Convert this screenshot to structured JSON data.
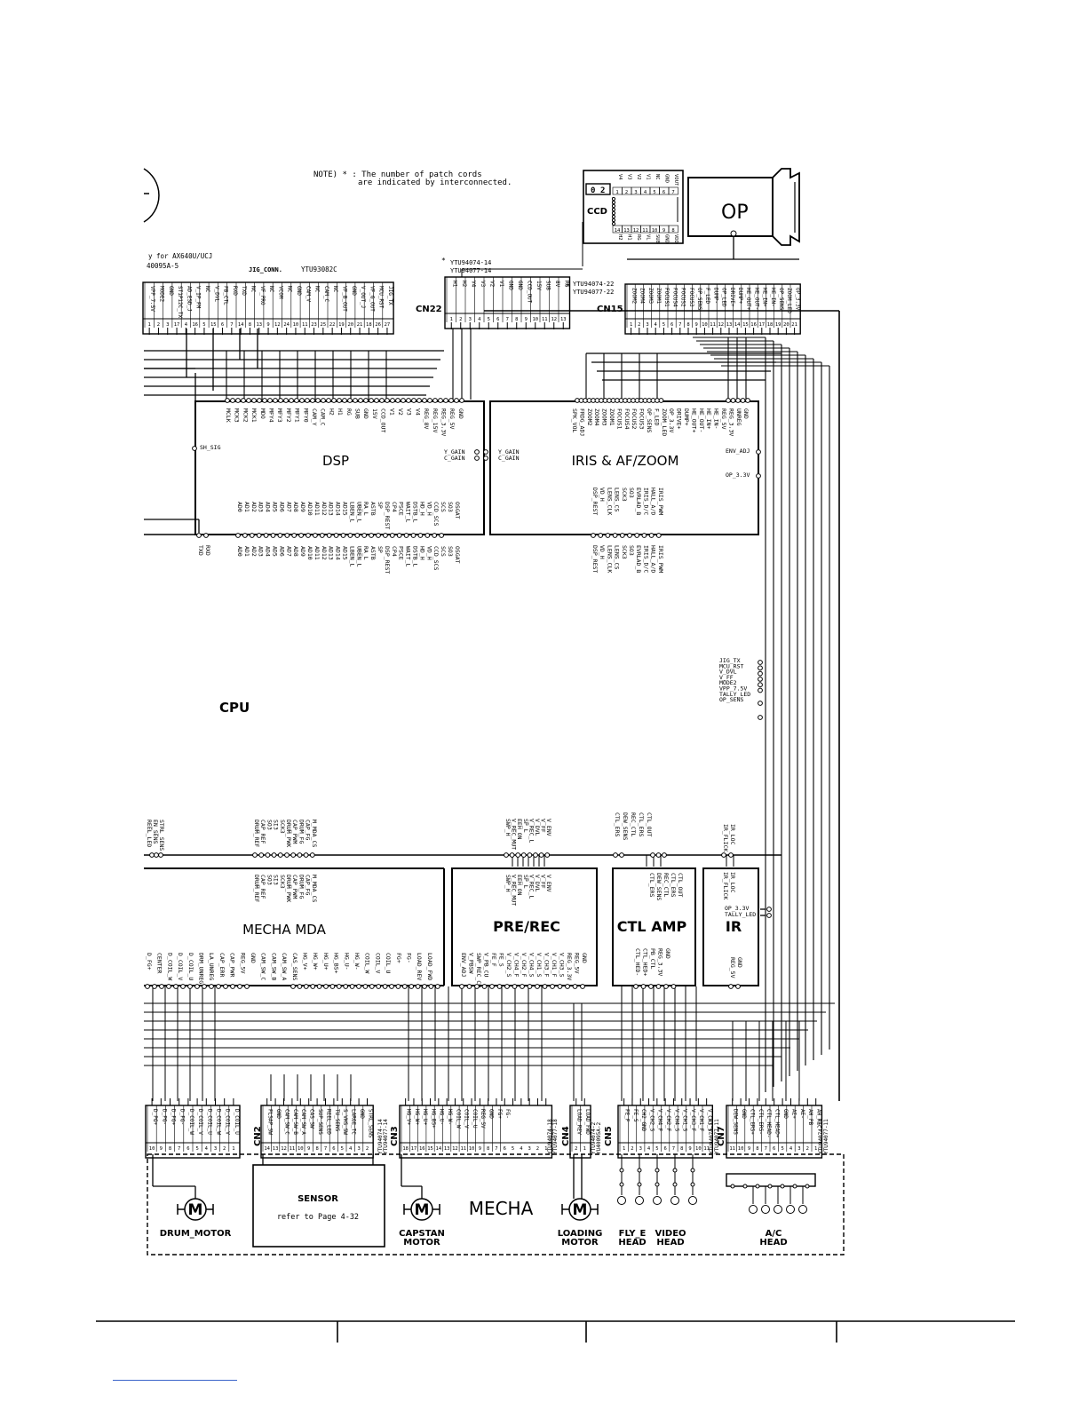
{
  "note": {
    "line1": "NOTE) * : The  number  of  patch  cords",
    "line2": "are  indicated  by  interconnected."
  },
  "header_left": {
    "line1": "y  for  AX640U/UCJ",
    "line2": "40095A-5",
    "jig_conn": "JIG_CONN.",
    "part": "YTU93082C"
  },
  "ccd": {
    "label": "CCD",
    "chip": [
      "0",
      "2"
    ],
    "top_pins": [
      "V4",
      "V3",
      "V2",
      "V1",
      "NC",
      "GND",
      "VOUT"
    ],
    "top_nums": [
      "1",
      "2",
      "3",
      "4",
      "5",
      "6",
      "7"
    ],
    "bot_nums": [
      "14",
      "13",
      "12",
      "11",
      "10",
      "9",
      "8"
    ],
    "bot_pins": [
      "H2",
      "H1",
      "RG",
      "VL",
      "SUB",
      "GND",
      "VDD"
    ]
  },
  "op": {
    "label": "OP"
  },
  "part_numbers": {
    "cn22": [
      "YTU94074-14",
      "YTU94077-14"
    ],
    "cn15": [
      "YTU94074-22",
      "YTU94077-22"
    ],
    "star": "*"
  },
  "connectors": {
    "jig": {
      "pins": [
        "VPP_7.5V",
        "MODE2",
        "GND",
        "ST1P12C_TX",
        "AD_ESD_J",
        "V_IP_FM",
        "NC",
        "V_DVL",
        "PB_CTL",
        "RXD",
        "TXD",
        "NC",
        "VF_PRO",
        "NC",
        "VCOM",
        "NC",
        "GND",
        "CAM_V",
        "NC",
        "CAM_C",
        "NC",
        "VF_B_OUT",
        "GND",
        "V_OUT_J",
        "VF_G_OUT",
        "MCU_RST",
        "JIG_TX"
      ],
      "nums": [
        "1",
        "2",
        "3",
        "17",
        "4",
        "16",
        "5",
        "15",
        "6",
        "7",
        "14",
        "8",
        "13",
        "9",
        "12",
        "24",
        "10",
        "11",
        "23",
        "25",
        "22",
        "19",
        "20",
        "21",
        "18",
        "26",
        "27"
      ]
    },
    "cn22": {
      "label": "CN22",
      "pins": [
        "H1",
        "H2",
        "V4",
        "V3",
        "V2",
        "V1",
        "GND",
        "GND",
        "CCD_OUT",
        "15V",
        "SUB",
        "8V",
        "RG"
      ],
      "nums": [
        "1",
        "2",
        "3",
        "4",
        "5",
        "6",
        "7",
        "8",
        "9",
        "10",
        "11",
        "12",
        "13"
      ]
    },
    "cn15": {
      "label": "CN15",
      "pins": [
        "ZOOM2",
        "ZOOM4",
        "ZOOM3",
        "ZOOM1",
        "FOCUS1",
        "FOCUS4",
        "FOCUS2",
        "FOCUS3",
        "OP_SENS",
        "F_LED",
        "DUMP-",
        "OP_LED",
        "DRIVE+",
        "DUMP+",
        "HE_OUT+",
        "HE_OUT-",
        "HE_IN+",
        "HE_IN-",
        "OP_SENS",
        "ZOOM_LED",
        "OP_3.3V"
      ],
      "nums": [
        "1",
        "2",
        "3",
        "4",
        "5",
        "6",
        "7",
        "8",
        "9",
        "10",
        "11",
        "12",
        "13",
        "14",
        "15",
        "16",
        "17",
        "18",
        "19",
        "20",
        "21"
      ]
    },
    "cn2": {
      "label": "CN2",
      "part": [
        "YTU94074-14",
        "YTU94077-14"
      ],
      "pins": [
        "FLSAP_SW",
        "GND",
        "CAM_SW_C",
        "CAM_SW_B",
        "CAM_SW_A",
        "CAS_SW",
        "SUP_SENS",
        "REEL_LED",
        "TU_SENS",
        "S_VHS_SW",
        "LARGE_TC",
        "GND",
        "STRL_SENS"
      ],
      "nums": [
        "14",
        "13",
        "12",
        "11",
        "10",
        "9",
        "8",
        "7",
        "6",
        "5",
        "4",
        "3",
        "2"
      ]
    },
    "drum": {
      "pins": [
        "D_PG+",
        "D_PG-",
        "D_FG+",
        "D_FG-",
        "D_COIL_W",
        "D_COIL_V",
        "D_COIL_U",
        "D_COIL_W",
        "D_COIL_V",
        "D_COIL_U"
      ],
      "nums": [
        "10",
        "9",
        "8",
        "7",
        "6",
        "5",
        "4",
        "3",
        "2",
        "1"
      ]
    },
    "cn3": {
      "label": "CN3",
      "part": [
        "YTU94074-18",
        "YTU94077-18"
      ],
      "pins": [
        "HG_V+",
        "HG_W+",
        "HG_U+",
        "HG_BS+",
        "HG_U-",
        "HG_W-",
        "COIL_W",
        "COIL_V",
        "COIL_U",
        "REG_5V",
        "GND",
        "FG+",
        "FG-"
      ],
      "nums": [
        "18",
        "17",
        "16",
        "15",
        "14",
        "13",
        "12",
        "11",
        "10",
        "9",
        "8",
        "7",
        "6",
        "5",
        "4",
        "3",
        "2",
        "1"
      ]
    },
    "cn4": {
      "label": "CN4",
      "part": [
        "YTU94074-2",
        "YU40095A-2"
      ],
      "pins": [
        "LOAD_REV",
        "LOAD_FWD"
      ],
      "nums": [
        "2",
        "1"
      ]
    },
    "cn5": {
      "label": "CN5",
      "part": [
        "YTU94074-11",
        "YTU94077-11"
      ],
      "pins": [
        "FE_F",
        "FE_S",
        "CH2_GND",
        "V_CH2_S",
        "V_CH4_F",
        "V_CH2_F",
        "V_CH4_S",
        "V_CH1_S",
        "V_CH3_F",
        "V_CH1_F",
        "V_CH3_S"
      ],
      "nums": [
        "1",
        "2",
        "3",
        "4",
        "5",
        "6",
        "7",
        "8",
        "9",
        "10",
        "11"
      ]
    },
    "cn7": {
      "label": "CN7",
      "part": [
        "YTU94074-11",
        "YTU94077-11"
      ],
      "pins": [
        "DEW_SENS",
        "GND",
        "CTL_ERS+",
        "CTL_ERS-",
        "CTL_HEAD-",
        "CTL_HEAD+",
        "GND",
        "AE+",
        "AE-",
        "AH_PB",
        "AH_REC"
      ],
      "nums": [
        "11",
        "10",
        "9",
        "8",
        "7",
        "6",
        "5",
        "4",
        "3",
        "2",
        "1"
      ]
    }
  },
  "blocks": {
    "dsp": {
      "label": "DSP",
      "top_pins": [
        "MCLK",
        "MCK3",
        "MCK2",
        "MCK1",
        "MDO",
        "MFY4",
        "MFY3",
        "MFY2",
        "MFY1",
        "MFY0",
        "CAM_Y",
        "CAM_C",
        "H2",
        "H1",
        "RG",
        "SUB",
        "GND",
        "15V",
        "CCD_OUT",
        "V1",
        "V2",
        "V3",
        "V4",
        "REG_8V",
        "REG_15V",
        "REG_3.3V",
        "REG_5V",
        "GND"
      ],
      "bottom_pins": [
        "AD0",
        "AD1",
        "AD2",
        "AD3",
        "AD4",
        "AD5",
        "AD6",
        "AD7",
        "AD8",
        "AD9",
        "AD10",
        "AD11",
        "AD12",
        "AD13",
        "AD14",
        "AD15",
        "LBEN_L",
        "UBEN_L",
        "RA_L",
        "ASTB",
        "SP",
        "DSP_REST",
        "CP4",
        "PSCE",
        "WAIT_L",
        "DSTB_L",
        "HD_H",
        "VD_H",
        "CCD_SCS",
        "SCS",
        "SO3",
        "OSGAT"
      ],
      "left_pin": "SH_SIG",
      "right_pins": [
        "Y_GAIN",
        "C_GAIN"
      ]
    },
    "iris": {
      "label": "IRIS & AF/ZOOM",
      "top_pins": [
        "SPK_VOL",
        "FRDG_ADJ",
        "ZOOM2",
        "ZOOM4",
        "ZOOM3",
        "ZOOM1",
        "FOCUS1",
        "FOCUS4",
        "FOCUS2",
        "FOCUS3",
        "OP_SENS",
        "F_LED",
        "ZOOM_LED",
        "OP_3.3V",
        "DRIVE+",
        "DUMP+",
        "HE_OUT+",
        "HE_OUT-",
        "HE_IN+",
        "HE_IN-",
        "REG_5V",
        "REG_3.3V",
        "UNREG",
        "GND"
      ],
      "bottom_pins": [
        "DSP_REST",
        "VD_H",
        "LENS_CLK",
        "LENS_CS",
        "SCK3",
        "SO3",
        "EVRLAD_B",
        "IRIS_D/C",
        "HALL_A/D",
        "IRIS_PWM"
      ],
      "left_pins": [
        "Y_GAIN",
        "C_GAIN"
      ],
      "right_pins": [
        "ENV_ADJ",
        "OP_3.3V"
      ]
    },
    "cpu": {
      "label": "CPU",
      "left_pins": [
        "TXD",
        "RXD"
      ],
      "right_pins": [
        "JIG_TX",
        "MCU_RST",
        "V_DVL",
        "V_FF",
        "MODE2",
        "VPP_7.5V",
        "TALLY_LED",
        "OP_SENS"
      ]
    },
    "mecha_mda": {
      "label": "MECHA MDA",
      "top_pins": [
        "DRUM_REF",
        "CAP_REF",
        "SO3",
        "SI3",
        "SCK3",
        "DRUM_PWK",
        "CAP_PWM",
        "DRUM_FG",
        "CAP_FG",
        "M_MDA_CS"
      ],
      "bottom_pins": [
        "D_FG+",
        "CENTER",
        "D_COIL_W",
        "D_COIL_V",
        "D_COIL_U",
        "DRM_UNREG",
        "LA_UNREG",
        "CAP_ERR",
        "CAP_PWR",
        "REG_5V",
        "GND",
        "CAM_SW_C",
        "CAM_SW_B",
        "CAM_SW_A",
        "CAS_SENS",
        "HG_V+",
        "HG_W+",
        "HG_U+",
        "HG_BS+",
        "HG_U-",
        "HG_W-",
        "COIL_W",
        "COIL_V",
        "COIL_U",
        "FG+",
        "FG-",
        "LOAD_REV",
        "LOAD_FWD"
      ],
      "left_pins": [
        "REEL_LED",
        "EN_SENS",
        "STRL_SENS"
      ]
    },
    "prerec": {
      "label": "PRE/REC",
      "top_pins": [
        "SWP_H",
        "V_REC_MUT",
        "EEH_ON",
        "SP_L",
        "V_REC_L",
        "V_DVL",
        "V_FF",
        "V_ENV"
      ],
      "bottom_pins": [
        "ENV_ADJ",
        "V_PBSW",
        "SWP_REC_CU",
        "V_PB_CU",
        "FE_F",
        "FE_S",
        "V_CH2_S",
        "V_CH4_F",
        "V_CH2_F",
        "V_CH4_S",
        "V_CH1_S",
        "V_CH3_F",
        "V_CH1_F",
        "V_CH3_S",
        "REG_3.3V",
        "REG_5V",
        "GND"
      ]
    },
    "ctl": {
      "label": "CTL  AMP",
      "top_pins": [
        "CTL_ERS",
        "DEW_SENS",
        "REC_CTL",
        "CTL_ERS",
        "CTL_OUT"
      ],
      "bottom_pins": [
        "CTL_HED-",
        "CTL_HED+",
        "PB_CTL",
        "REG_3.3V",
        "GND"
      ]
    },
    "ir": {
      "label": "IR",
      "top_pins": [
        "IR_FLICK",
        "IR_LOC"
      ],
      "right_pins": [
        "OP_3.3V",
        "TALLY_LED"
      ],
      "bottom_pins": [
        "REG_5V",
        "GND"
      ]
    }
  },
  "mecha": {
    "label": "MECHA",
    "motor_glyph": "M",
    "drum_motor": "DRUM_MOTOR",
    "sensor_title": "SENSOR",
    "sensor_ref": "refer  to  Page 4-32",
    "capstan": [
      "CAPSTAN",
      "MOTOR"
    ],
    "loading": [
      "LOADING",
      "MOTOR"
    ],
    "flye": [
      "FLY_E",
      "HEAD"
    ],
    "video": [
      "VIDEO",
      "HEAD"
    ],
    "ac": [
      "A/C",
      "HEAD"
    ]
  }
}
